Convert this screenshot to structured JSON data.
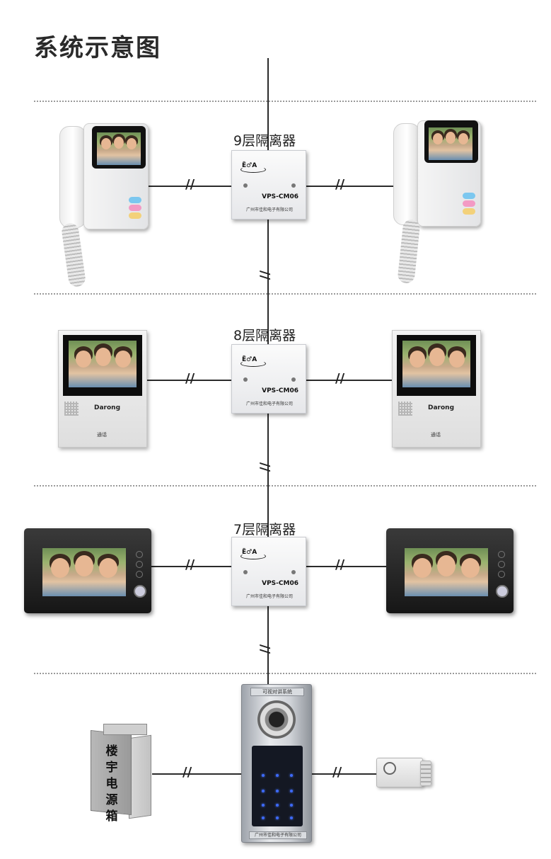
{
  "title": "系统示意图",
  "isolators": [
    {
      "label": "9层隔离器",
      "model": "VPS-CM06",
      "maker": "广州市佳和电子有限公司"
    },
    {
      "label": "8层隔离器",
      "model": "VPS-CM06",
      "maker": "广州市佳和电子有限公司"
    },
    {
      "label": "7层隔离器",
      "model": "VPS-CM06",
      "maker": "广州市佳和电子有限公司"
    }
  ],
  "white_monitor": {
    "brand": "Darong",
    "call_label": "通话"
  },
  "door_station": {
    "top_label": "可视对讲系统",
    "foot_label": "广州市佳和电子有限公司"
  },
  "power_box": {
    "label": "楼宇电源箱"
  },
  "wire_break_glyph": "//",
  "colors": {
    "wire": "#2b2b2b",
    "separator": "#9a9a9a",
    "btn_blue": "#7cc7ef",
    "btn_pink": "#f39ac4",
    "btn_yellow": "#f3d17a"
  }
}
